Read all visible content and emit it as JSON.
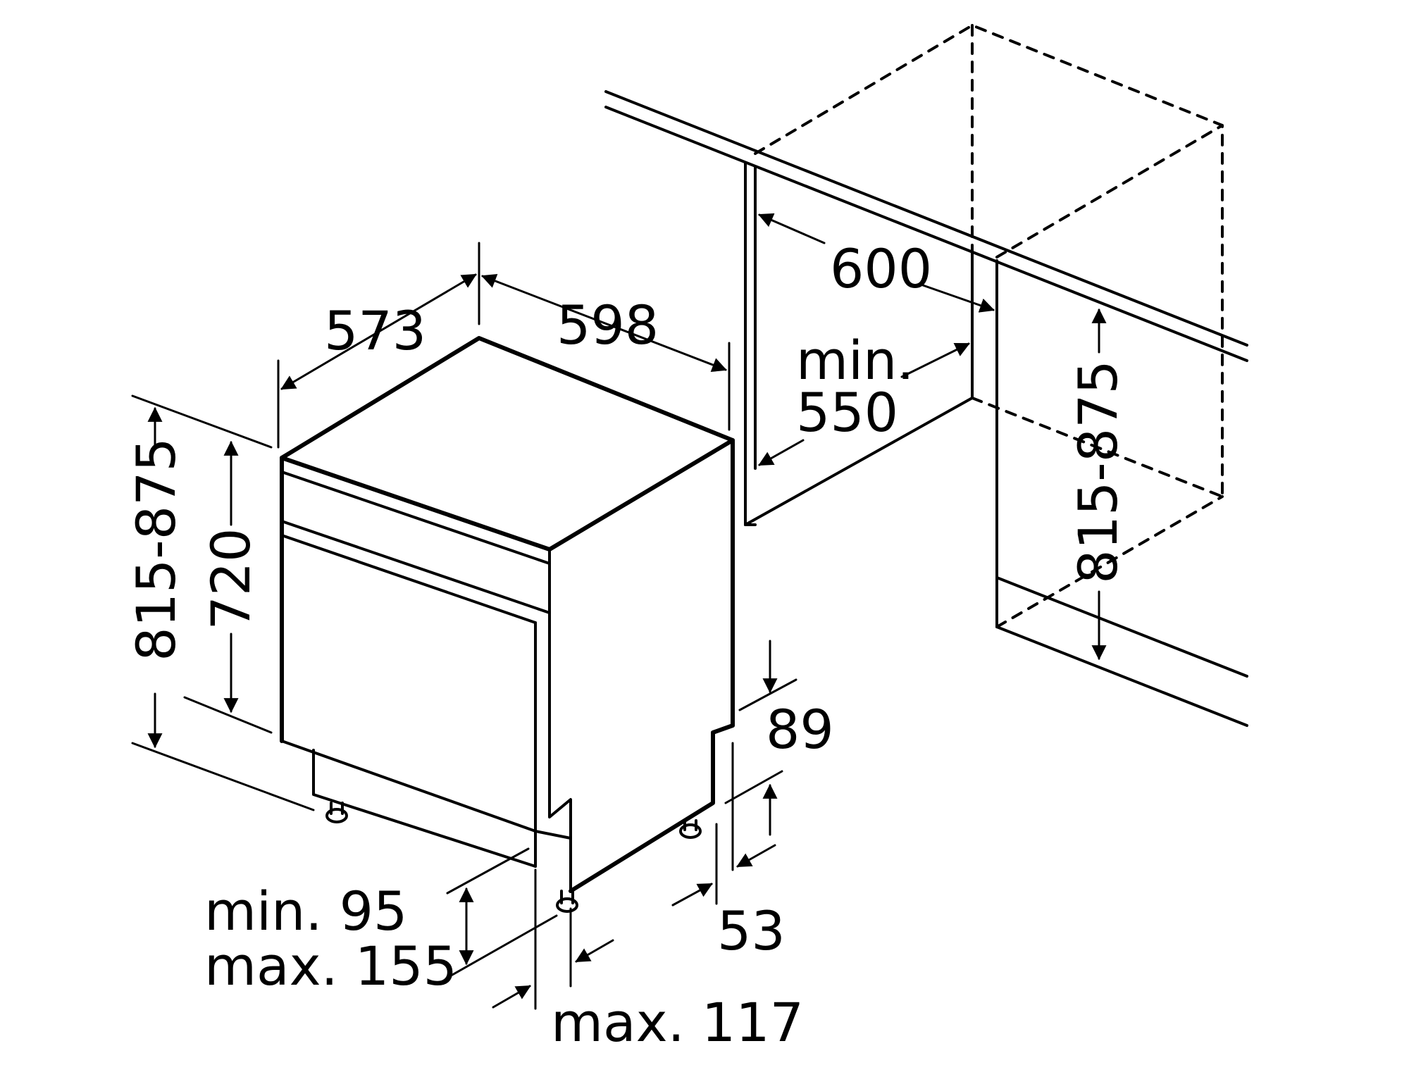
{
  "labels": {
    "depth_573": "573",
    "width_598": "598",
    "niche_width": "600",
    "niche_depth_min": "min.",
    "niche_depth_value": "550",
    "height_range_left": "815-875",
    "height_720": "720",
    "height_range_right": "815-875",
    "plinth_89": "89",
    "plinth_53": "53",
    "plinth_min": "min. 95",
    "plinth_max": "max. 155",
    "max_117": "max. 117"
  },
  "colors": {
    "line": "#000000",
    "background": "#ffffff"
  }
}
